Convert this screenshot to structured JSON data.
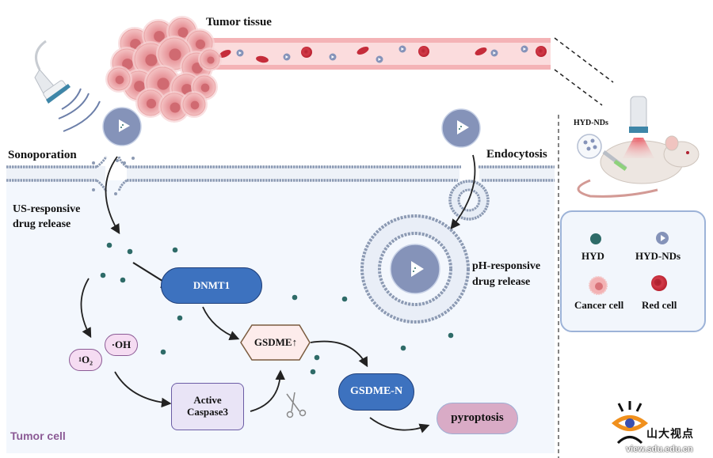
{
  "title": "Tumor tissue",
  "labels": {
    "tumor_tissue": "Tumor tissue",
    "sonoporation": "Sonoporation",
    "us_release_line1": "US-responsive",
    "us_release_line2": "drug release",
    "endocytosis": "Endocytosis",
    "ph_release_line1": "pH-responsive",
    "ph_release_line2": "drug release",
    "tumor_cell": "Tumor cell",
    "mouse_label": "HYD-NDs"
  },
  "nodes": {
    "dnmt1": "DNMT1",
    "gsdme": "GSDME↑",
    "gsdme_n": "GSDME-N",
    "pyroptosis": "pyroptosis",
    "caspase_line1": "Active",
    "caspase_line2": "Caspase3",
    "oh": "·OH",
    "o2_sup": "1",
    "o2": "O₂"
  },
  "legend": {
    "items": [
      {
        "label": "HYD",
        "icon": "hyd-dot-icon"
      },
      {
        "label": "HYD-NDs",
        "icon": "nanodroplet-icon"
      },
      {
        "label": "Cancer cell",
        "icon": "cancer-cell-icon"
      },
      {
        "label": "Red cell",
        "icon": "red-cell-icon"
      }
    ]
  },
  "watermark": {
    "name": "山大视点",
    "url": "view.sdu.edu.cn"
  },
  "colors": {
    "hyd": "#2e6b68",
    "nanodroplet": "#8593b9",
    "dnmt1": "#3d72bf",
    "gsdme_fill": "#fdeceb",
    "gsdme_stroke": "#7a5b3e",
    "pyroptosis": "#d9abc6",
    "caspase_fill": "#e9e4f6",
    "caspase_stroke": "#6b5ca5",
    "ros_fill": "#f5dcf2",
    "ros_stroke": "#8b5a95",
    "tumor_cell_text": "#8b5a95",
    "cell_bg": "#f3f7fd",
    "membrane": "#8c9ab3",
    "vessel": "#f8d2d3",
    "red_cell": "#c52c3a",
    "legend_border": "#9db3d8",
    "legend_bg": "#f2f6fc"
  }
}
